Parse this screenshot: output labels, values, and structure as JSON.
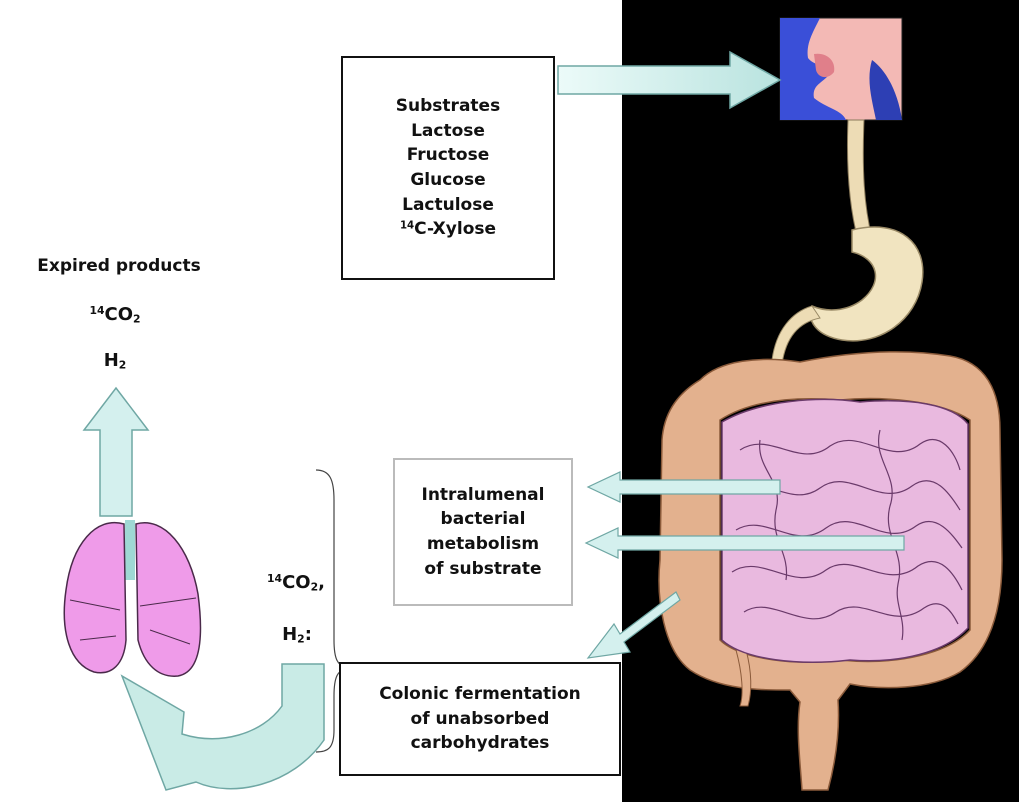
{
  "substrates_box": {
    "title": "Substrates",
    "items": [
      "Lactose",
      "Fructose",
      "Glucose",
      "Lactulose"
    ],
    "xylose_sup": "14",
    "xylose": "C-Xylose"
  },
  "expired": {
    "title": "Expired products",
    "co2_sup": "14",
    "co2": "CO",
    "co2_sub": "2",
    "h2": "H",
    "h2_sub": "2"
  },
  "blood": {
    "co2_sup": "14",
    "co2": "CO",
    "co2_sub": "2",
    "co2_trail": ",",
    "h2": "H",
    "h2_sub": "2",
    "h2_trail": ":"
  },
  "intraluminal_box": {
    "lines": [
      "Intralumenal",
      "bacterial",
      "metabolism",
      "of substrate"
    ]
  },
  "colonic_box": {
    "lines": [
      "Colonic fermentation",
      "of unabsorbed",
      "carbohydrates"
    ]
  },
  "colors": {
    "background_right": "#000000",
    "arrow_fill": "#d4f0ee",
    "arrow_stroke": "#6fa7a4",
    "lung_fill": "#ef9be9",
    "intestine_fill": "#e9b9df",
    "colon_fill": "#e3b18e",
    "stomach_fill": "#f1e4c0",
    "mouth_blue": "#3a4fd8",
    "mouth_skin": "#f3b9b5"
  }
}
